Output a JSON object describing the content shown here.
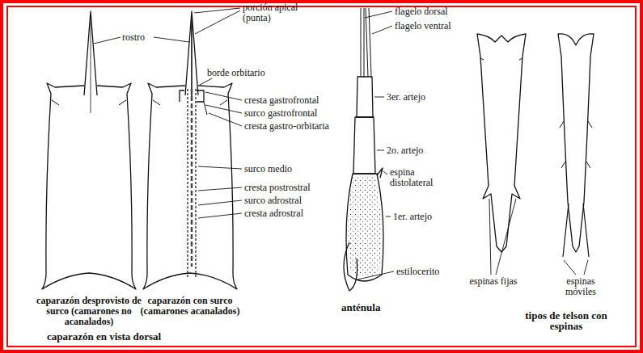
{
  "diagram": {
    "labels": [
      "rostro",
      "porción apical (punta)",
      "borde orbitario",
      "cresta gastrofrontal",
      "surco gastrofrontal",
      "cresta gastro-orbitaria",
      "surco medio",
      "cresta postrostral",
      "surco adrostral",
      "cresta adrostral",
      "caparazón desprovisto de surco (camarones no acanalados)",
      "caparazón con surco (camarones acanalados)",
      "caparazón en vista dorsal",
      "flagelo dorsal",
      "flagelo ventral",
      "3er. artejo",
      "2o. artejo",
      "espina distolateral",
      "1er. artejo",
      "estilocerito",
      "anténula",
      "espinas fijas",
      "espinas móviles",
      "tipos de telson con espinas"
    ]
  }
}
